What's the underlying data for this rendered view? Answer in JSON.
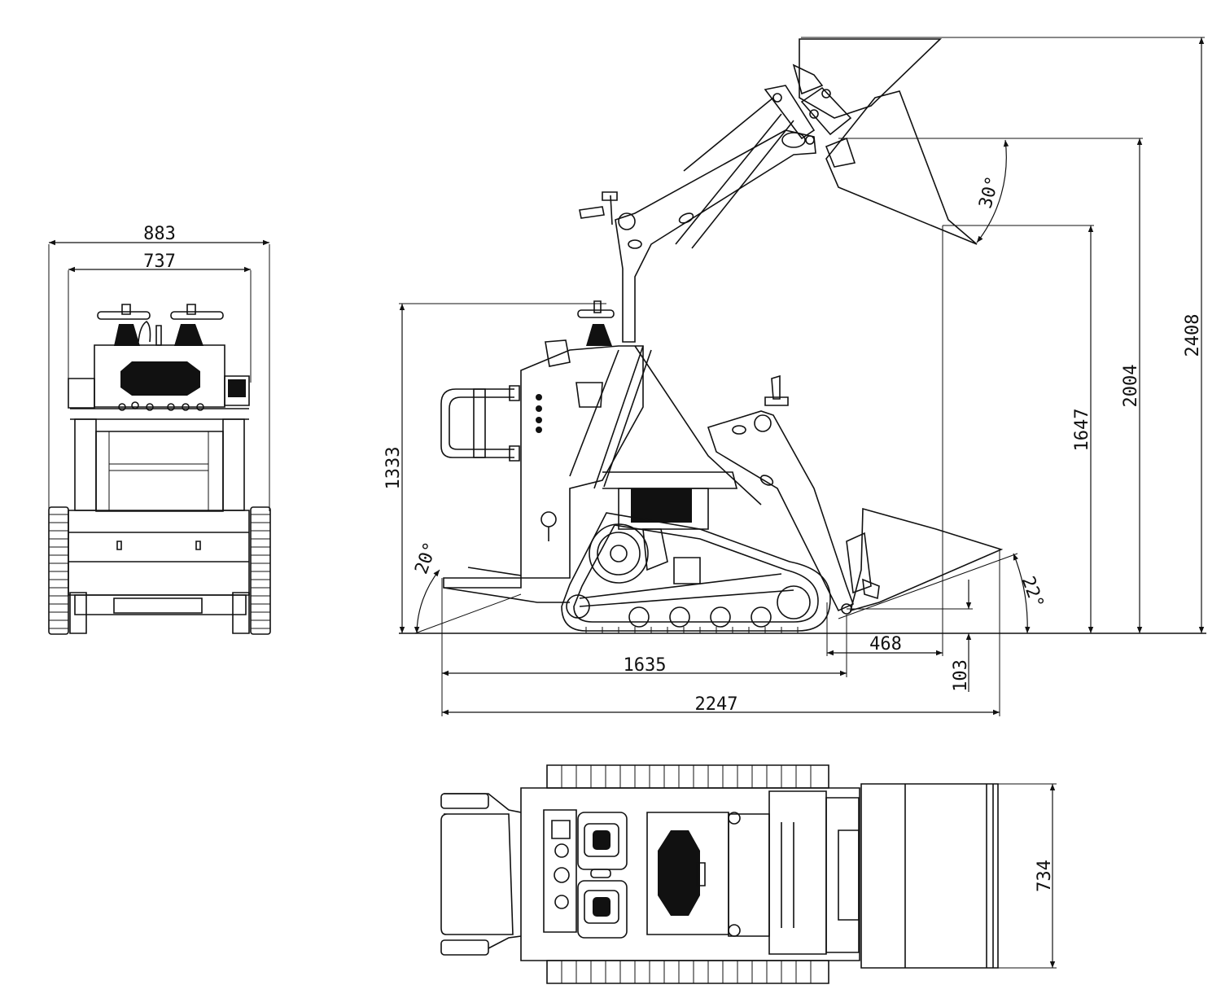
{
  "dimensions": {
    "front_width_overall": "883",
    "front_width_tracks": "737",
    "height_machine": "1333",
    "angle_rear": "20°",
    "angle_front": "22°",
    "dump_angle": "30°",
    "height_hinge_pin": "2408",
    "height_bucket_pin": "2004",
    "dump_height": "1647",
    "dump_reach": "468",
    "dig_depth": "103",
    "length_without_bucket": "1635",
    "length_overall": "2247",
    "bucket_width": "734"
  },
  "colors": {
    "line": "#111111",
    "background": "#ffffff"
  }
}
